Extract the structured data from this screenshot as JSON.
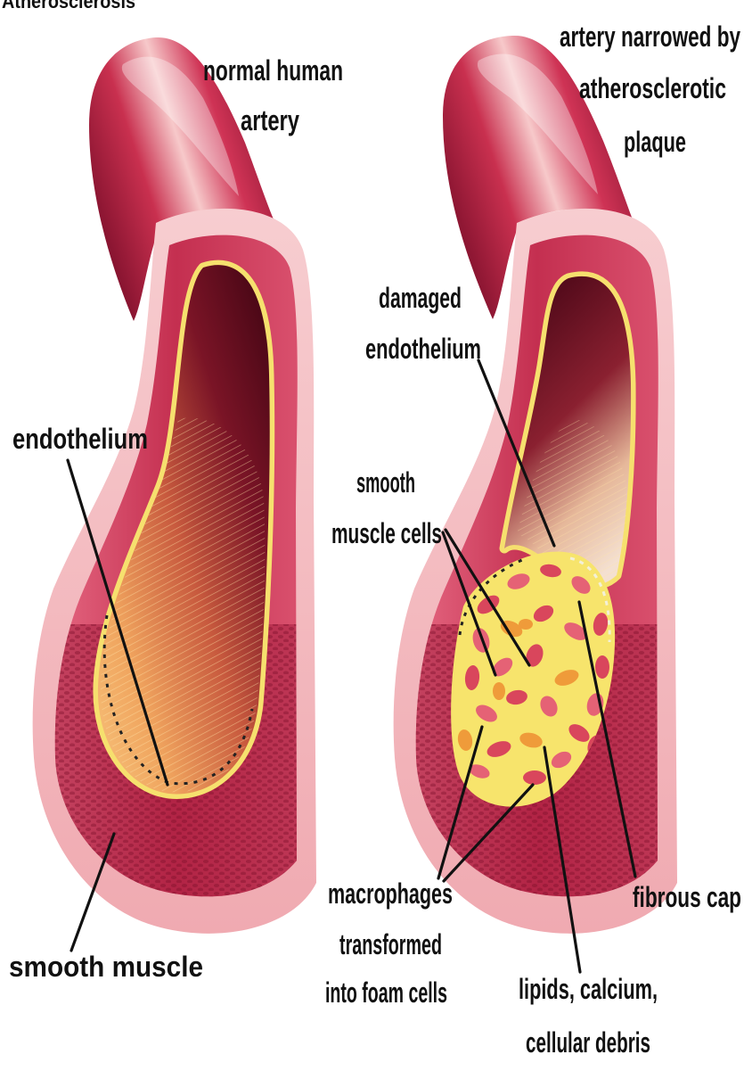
{
  "header": {
    "title": "Atherosclerosis"
  },
  "normal_artery": {
    "title_lines": [
      "normal human",
      "artery"
    ]
  },
  "narrowed_artery": {
    "title_lines": [
      "artery narrowed by",
      "atherosclerotic",
      "plaque"
    ]
  },
  "labels": {
    "endothelium": "endothelium",
    "smooth_muscle": "smooth muscle",
    "damaged_endothelium": [
      "damaged",
      "endothelium"
    ],
    "smooth_muscle_cells": [
      "smooth",
      "muscle cells"
    ],
    "macrophages": [
      "macrophages",
      "transformed",
      "into foam cells"
    ],
    "fibrous_cap": "fibrous cap",
    "lipids": [
      "lipids, calcium,",
      "cellular debris"
    ]
  },
  "colors": {
    "label_text": "#111111",
    "adventitia": "#f2b6bb",
    "media": "#c22d4d",
    "media_dark": "#9c1737",
    "endothelium": "#f6e06e",
    "lumen_dark": "#4c0717",
    "lumen_light": "#f0a860",
    "plaque": "#f7e46c",
    "plaque_cells": [
      "#d9465c",
      "#e56275",
      "#ef9b3a"
    ]
  }
}
